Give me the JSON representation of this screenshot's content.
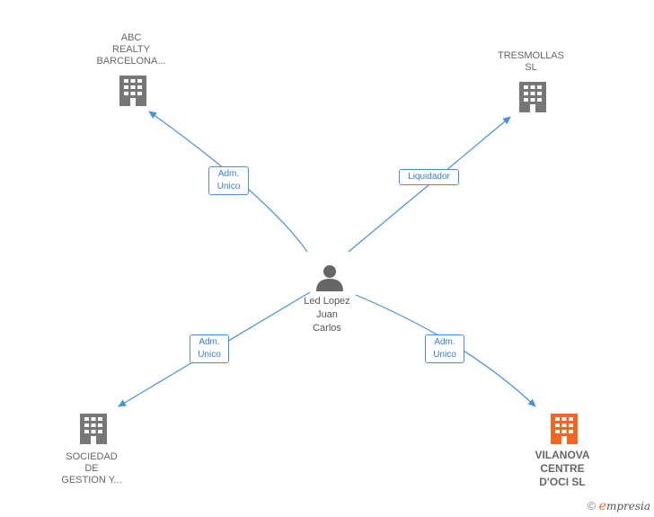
{
  "nodes": {
    "abc": {
      "lines": [
        "ABC",
        "REALTY",
        "BARCELONA..."
      ]
    },
    "tresmollas": {
      "lines": [
        "TRESMOLLAS",
        "SL"
      ]
    },
    "person": {
      "lines": [
        "Led Lopez",
        "Juan",
        "Carlos"
      ]
    },
    "sociedad": {
      "lines": [
        "SOCIEDAD",
        "DE",
        "GESTION Y..."
      ]
    },
    "vilanova": {
      "lines": [
        "VILANOVA",
        "CENTRE",
        "D'OCI  SL"
      ]
    }
  },
  "edges": {
    "abc": {
      "lines": [
        "Adm.",
        "Unico"
      ]
    },
    "tresmollas": {
      "lines": [
        "Liquidador"
      ]
    },
    "sociedad": {
      "lines": [
        "Adm.",
        "Unico"
      ]
    },
    "vilanova": {
      "lines": [
        "Adm.",
        "Unico"
      ]
    }
  },
  "brand": {
    "copyright": "©",
    "initial": "e",
    "name": "mpresia"
  },
  "colors": {
    "edge": "#4a90d9",
    "company": "#777777",
    "highlight": "#f26522",
    "person": "#666666"
  },
  "icons": {
    "company": "building-icon",
    "person": "person-icon"
  }
}
